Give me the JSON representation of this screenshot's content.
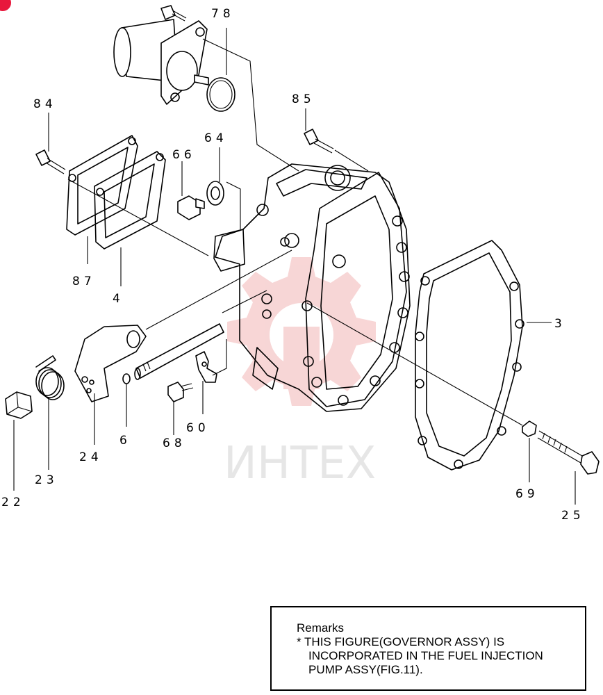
{
  "diagram": {
    "callouts": [
      "78",
      "84",
      "85",
      "64",
      "66",
      "87",
      "4",
      "3",
      "24",
      "6",
      "68",
      "60",
      "22",
      "23",
      "69",
      "25"
    ],
    "watermark": "ИНТЕХ"
  },
  "remarks": {
    "title": "Remarks",
    "line1": "* THIS FIGURE(GOVERNOR ASSY) IS",
    "line2": "INCORPORATED IN THE FUEL INJECTION",
    "line3": "PUMP ASSY(FIG.11)."
  },
  "colors": {
    "badge": "#e8173c",
    "watermark": "#f2b5b5"
  }
}
